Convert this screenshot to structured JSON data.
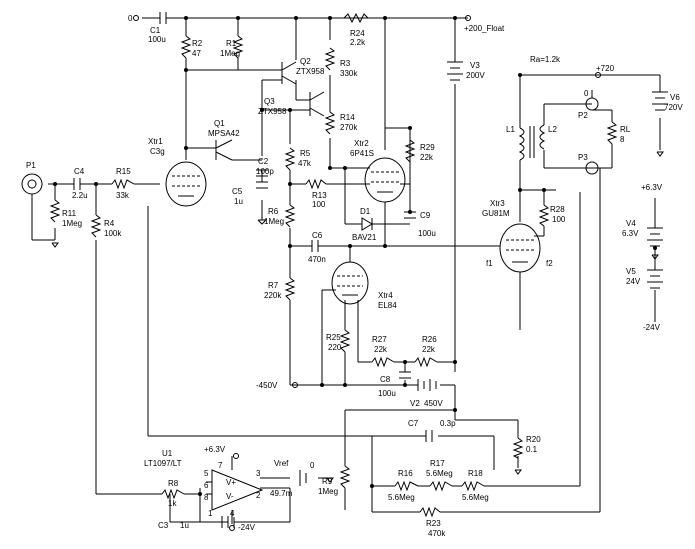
{
  "labels": {
    "in_node": "0",
    "float_node": "+200_Float",
    "ra_note": "Ra=1.2k",
    "hv_node": "+720",
    "neg450": "-450V",
    "pos63": "+6.3V",
    "neg24": "-24V",
    "op_pos": "+6.3V",
    "op_neg": "-24V",
    "f1": "f1",
    "f2": "f2"
  },
  "components": {
    "C1": {
      "ref": "C1",
      "value": "100u"
    },
    "R2": {
      "ref": "R2",
      "value": "47"
    },
    "R1": {
      "ref": "R1",
      "value": "1Meg"
    },
    "Q2": {
      "ref": "Q2",
      "value": "ZTX958"
    },
    "Q3": {
      "ref": "Q3",
      "value": "ZTX958"
    },
    "R24": {
      "ref": "R24",
      "value": "2.2k"
    },
    "R3": {
      "ref": "R3",
      "value": "330k"
    },
    "R14": {
      "ref": "R14",
      "value": "270k"
    },
    "V3": {
      "ref": "V3",
      "value": "200V"
    },
    "Q1": {
      "ref": "Q1",
      "value": "MPSA42"
    },
    "Xtr1": {
      "ref": "Xtr1",
      "value": "C3g"
    },
    "Xtr2": {
      "ref": "Xtr2",
      "value": "6P41S"
    },
    "Xtr3": {
      "ref": "Xtr3",
      "value": "GU81M"
    },
    "Xtr4": {
      "ref": "Xtr4",
      "value": "EL84"
    },
    "R5": {
      "ref": "R5",
      "value": "47k"
    },
    "R29": {
      "ref": "R29",
      "value": "22k"
    },
    "C2": {
      "ref": "C2",
      "value": "100p"
    },
    "C5": {
      "ref": "C5",
      "value": "1u"
    },
    "R13": {
      "ref": "R13",
      "value": "100"
    },
    "D1": {
      "ref": "D1",
      "value": "BAV21"
    },
    "C9": {
      "ref": "C9",
      "value": "100u"
    },
    "P1": {
      "ref": "P1",
      "value": ""
    },
    "C4": {
      "ref": "C4",
      "value": "2.2u"
    },
    "R15": {
      "ref": "R15",
      "value": "33k"
    },
    "R11": {
      "ref": "R11",
      "value": "1Meg"
    },
    "R4": {
      "ref": "R4",
      "value": "100k"
    },
    "R6": {
      "ref": "R6",
      "value": "1Meg"
    },
    "C6": {
      "ref": "C6",
      "value": "470n"
    },
    "R7": {
      "ref": "R7",
      "value": "220k"
    },
    "R25": {
      "ref": "R25",
      "value": "220"
    },
    "R27": {
      "ref": "R27",
      "value": "22k"
    },
    "R26": {
      "ref": "R26",
      "value": "22k"
    },
    "C8": {
      "ref": "C8",
      "value": "100u"
    },
    "V2": {
      "ref": "V2",
      "value": "450V"
    },
    "L1": {
      "ref": "L1",
      "value": ""
    },
    "L2": {
      "ref": "L2",
      "value": ""
    },
    "P2": {
      "ref": "P2",
      "value": ""
    },
    "P3": {
      "ref": "P3",
      "value": ""
    },
    "RL": {
      "ref": "RL",
      "value": "8"
    },
    "V6": {
      "ref": "V6",
      "value": "720V"
    },
    "R28": {
      "ref": "R28",
      "value": "100"
    },
    "V4": {
      "ref": "V4",
      "value": "6.3V"
    },
    "V5": {
      "ref": "V5",
      "value": "24V"
    },
    "R20": {
      "ref": "R20",
      "value": "0.1"
    },
    "C7": {
      "ref": "C7",
      "value": "0.3p"
    },
    "R16": {
      "ref": "R16",
      "value": "5.6Meg"
    },
    "R17": {
      "ref": "R17",
      "value": "5.6Meg"
    },
    "R18": {
      "ref": "R18",
      "value": "5.6Meg"
    },
    "R23": {
      "ref": "R23",
      "value": "470k"
    },
    "U1": {
      "ref": "U1",
      "value": "LT1097/LT"
    },
    "R8": {
      "ref": "R8",
      "value": "1k"
    },
    "C3": {
      "ref": "C3",
      "value": "1u"
    },
    "R9": {
      "ref": "R9",
      "value": "1Meg"
    },
    "Vref": {
      "ref": "Vref",
      "value": "49.7m"
    }
  },
  "pins": {
    "p7": "7",
    "p6": "6",
    "p5": "5",
    "p8": "8",
    "p1": "1",
    "p4": "4",
    "p3": "3",
    "p2": "2",
    "vplus": "V+",
    "vminus": "V-",
    "gnd0a": "0",
    "gnd0b": "0"
  }
}
